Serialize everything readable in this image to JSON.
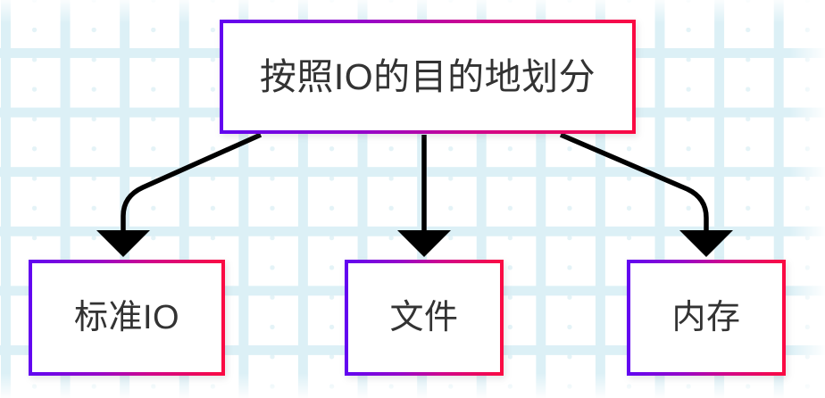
{
  "diagram": {
    "type": "flowchart-tree",
    "background": {
      "pattern_name": "dot-plus-grid",
      "dot_color": "#e4f3f7",
      "plus_color": "#dcf0f6",
      "page_color": "#ffffff"
    },
    "style": {
      "border_gradient_start": "#6205f0",
      "border_gradient_end": "#fa0a43",
      "node_fill": "#ffffff",
      "text_color": "#333333",
      "edge_color": "#000000"
    },
    "root": {
      "id": "root",
      "label": "按照IO的目的地划分"
    },
    "children": [
      {
        "id": "stdio",
        "label": "标准IO"
      },
      {
        "id": "file",
        "label": "文件"
      },
      {
        "id": "mem",
        "label": "内存"
      }
    ],
    "edges": [
      {
        "from": "root",
        "to": "stdio",
        "shape": "elbow-curved-left",
        "arrowhead": "solid-triangle"
      },
      {
        "from": "root",
        "to": "file",
        "shape": "straight-vertical",
        "arrowhead": "solid-triangle"
      },
      {
        "from": "root",
        "to": "mem",
        "shape": "elbow-curved-right",
        "arrowhead": "solid-triangle"
      }
    ]
  }
}
